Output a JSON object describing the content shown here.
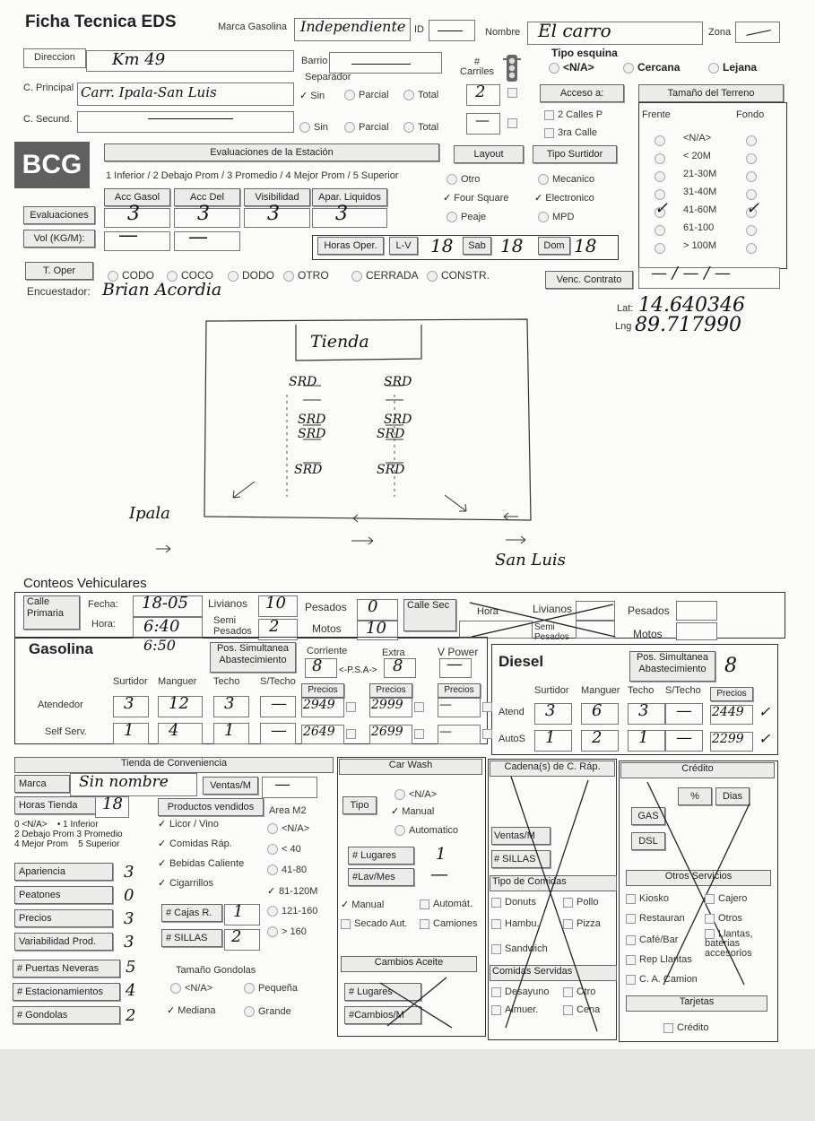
{
  "header": {
    "title": "Ficha Tecnica EDS",
    "marca_label": "Marca Gasolina",
    "marca_value": "Independiente",
    "id_label": "ID",
    "nombre_label": "Nombre",
    "nombre_value": "El carro",
    "zona_label": "Zona"
  },
  "address": {
    "direccion_label": "Direccion",
    "direccion_value": "Km 49",
    "barrio_label": "Barrio",
    "separador_label": "Separador",
    "carriles_label": "# Carriles",
    "principal_label": "C. Principal",
    "principal_value": "Carr. Ipala-San Luis",
    "secund_label": "C. Secund.",
    "sin": "Sin",
    "parcial": "Parcial",
    "total": "Total",
    "carriles_value": "2",
    "carriles_value2": "—"
  },
  "tipo_esquina": {
    "label": "Tipo esquina",
    "na": "<N/A>",
    "cercana": "Cercana",
    "lejana": "Lejana"
  },
  "acceso": {
    "label": "Acceso a:",
    "dos_calles": "2 Calles P",
    "tres_calle": "3ra Calle"
  },
  "terreno": {
    "label": "Tamaño del Terreno",
    "frente": "Frente",
    "fondo": "Fondo",
    "options": [
      "<N/A>",
      "< 20M",
      "21-30M",
      "31-40M",
      "41-60M",
      "61-100",
      "> 100M"
    ]
  },
  "evaluaciones": {
    "header": "Evaluaciones de la Estación",
    "scale": "1 Inferior / 2 Debajo Prom / 3 Promedio / 4 Mejor Prom / 5 Superior",
    "cols": [
      "Acc Gasol",
      "Acc Del",
      "Visibilidad",
      "Apar. Liquidos"
    ],
    "row_label": "Evaluaciones",
    "values": [
      "3",
      "3",
      "3",
      "3"
    ],
    "vol_label": "Vol (KG/M):",
    "vol_values": [
      "—",
      "—"
    ]
  },
  "layout": {
    "label": "Layout",
    "otro": "Otro",
    "four_square": "Four Square",
    "peaje": "Peaje"
  },
  "surtidor": {
    "label": "Tipo Surtidor",
    "mecanico": "Mecanico",
    "electronico": "Electronico",
    "mpd": "MPD"
  },
  "horas": {
    "label": "Horas Oper.",
    "lv": "L-V",
    "lv_value": "18",
    "sab": "Sab",
    "sab_value": "18",
    "dom": "Dom",
    "dom_value": "18"
  },
  "toper": {
    "label": "T. Oper",
    "options": [
      "CODO",
      "COCO",
      "DODO",
      "OTRO",
      "CERRADA",
      "CONSTR."
    ]
  },
  "contrato": {
    "label": "Venc. Contrato",
    "value": "— / — / —"
  },
  "encuestador": {
    "label": "Encuestador:",
    "value": "Brian Acordia"
  },
  "coords": {
    "lat_label": "Lat:",
    "lat": "14.640346",
    "lng_label": "Lng",
    "lng": "89.717990"
  },
  "sketch": {
    "tienda": "Tienda",
    "srd": "SRD",
    "left_road": "Ipala",
    "right_road": "San Luis"
  },
  "conteos": {
    "title": "Conteos Vehiculares",
    "calle_primaria": "Calle Primaria",
    "fecha_label": "Fecha:",
    "fecha": "18-05",
    "hora_label": "Hora:",
    "hora": "6:40",
    "hora2": "6:50",
    "livianos_label": "Livianos",
    "livianos": "10",
    "semi_label": "Semi Pesados",
    "semi": "2",
    "pesados_label": "Pesados",
    "pesados": "0",
    "motos_label": "Motos",
    "motos": "10",
    "calle_sec": "Calle Sec",
    "hora_sec": "Hora",
    "liv_sec": "Livianos",
    "pes_sec": "Pesados",
    "semi_sec": "Semi Pesados",
    "motos_sec": "Motos"
  },
  "gasolina": {
    "title": "Gasolina",
    "pos_label": "Pos. Simultanea Abastecimiento",
    "corriente": "Corriente",
    "corriente_v": "8",
    "psa": "<-P.S.A->",
    "extra": "Extra",
    "extra_v": "8",
    "vpower": "V Power",
    "vpower_v": "—",
    "cols": [
      "Surtidor",
      "Manguer",
      "Techo",
      "S/Techo"
    ],
    "precios": "Precios",
    "rows": [
      {
        "label": "Atendedor",
        "values": [
          "3",
          "12",
          "3",
          "—"
        ],
        "p1": "2949",
        "p2": "2999",
        "p3": "—"
      },
      {
        "label": "Self Serv.",
        "values": [
          "1",
          "4",
          "1",
          "—"
        ],
        "p1": "2649",
        "p2": "2699",
        "p3": "—"
      }
    ]
  },
  "diesel": {
    "title": "Diesel",
    "pos_label": "Pos. Simultanea Abastecimiento",
    "pos_value": "8",
    "cols": [
      "Surtidor",
      "Manguer",
      "Techo",
      "S/Techo",
      "Precios"
    ],
    "rows": [
      {
        "label": "Atend",
        "values": [
          "3",
          "6",
          "3",
          "—"
        ],
        "p": "2449"
      },
      {
        "label": "AutoS",
        "values": [
          "1",
          "2",
          "1",
          "—"
        ],
        "p": "2299"
      }
    ]
  },
  "tienda": {
    "title": "Tienda de Conveniencia",
    "marca_label": "Marca",
    "marca": "Sin nombre",
    "ventas_label": "Ventas/M",
    "ventas": "—",
    "horas_label": "Horas Tienda",
    "horas": "18",
    "scale": [
      "0 <N/A>",
      "1 Inferior",
      "2 Debajo Prom",
      "3 Promedio",
      "4 Mejor Prom",
      "5 Superior"
    ],
    "productos_label": "Productos vendidos",
    "productos": [
      "Licor / Vino",
      "Comidas Ráp.",
      "Bebidas Caliente",
      "Cigarrillos"
    ],
    "area_label": "Area M2",
    "areas": [
      "<N/A>",
      "< 40",
      "41-80",
      "81-120M",
      "121-160",
      "> 160"
    ],
    "metrics": [
      {
        "label": "Apariencia",
        "value": "3"
      },
      {
        "label": "Peatones",
        "value": "0"
      },
      {
        "label": "Precios",
        "value": "3"
      },
      {
        "label": "Variabilidad Prod.",
        "value": "3"
      }
    ],
    "cajas_label": "# Cajas R.",
    "cajas": "1",
    "sillas_label": "# SILLAS",
    "sillas": "2",
    "puertas_label": "# Puertas Neveras",
    "puertas": "5",
    "estac_label": "# Estacionamientos",
    "estac": "4",
    "gondolas_label": "# Gondolas",
    "gondolas": "2",
    "tam_label": "Tamaño Gondolas",
    "tam_na": "<N/A>",
    "tam_peq": "Pequeña",
    "tam_med": "Mediana",
    "tam_gra": "Grande"
  },
  "carwash": {
    "title": "Car Wash",
    "tipo": "Tipo",
    "na": "<N/A>",
    "manual": "Manual",
    "auto": "Automatico",
    "lugares_label": "# Lugares",
    "lugares": "1",
    "lav_label": "#Lav/Mes",
    "lav": "—",
    "manual2": "Manual",
    "automat": "Automát.",
    "secado": "Secado Aut.",
    "camiones": "Camiones"
  },
  "aceite": {
    "title": "Cambios Aceite",
    "lugares": "# Lugares",
    "cambios": "#Cambios/M"
  },
  "cadena": {
    "title": "Cadena(s) de C. Ráp.",
    "ventas": "Ventas/M",
    "sillas": "# SILLAS",
    "tipo": "Tipo de Comidas",
    "tipos": [
      "Donuts",
      "Pollo",
      "Hambu.",
      "Pizza",
      "Sandwich"
    ],
    "servidas": "Comidas Servidas",
    "servidas_list": [
      "Desayuno",
      "Otro",
      "Almuer.",
      "Cena"
    ]
  },
  "credito": {
    "title": "Crédito",
    "pct": "%",
    "dias": "Dias",
    "gas": "GAS",
    "dsl": "DSL",
    "otros": "Otros Servicios",
    "otros_list": [
      "Kiosko",
      "Cajero",
      "Restauran",
      "Otros",
      "Café/Bar",
      "Llantas, baterias accesorios",
      "Rep Llantas",
      "C. A. Camion"
    ],
    "tarjetas": "Tarjetas",
    "credito_chk": "Crédito"
  },
  "logo": "BCG"
}
